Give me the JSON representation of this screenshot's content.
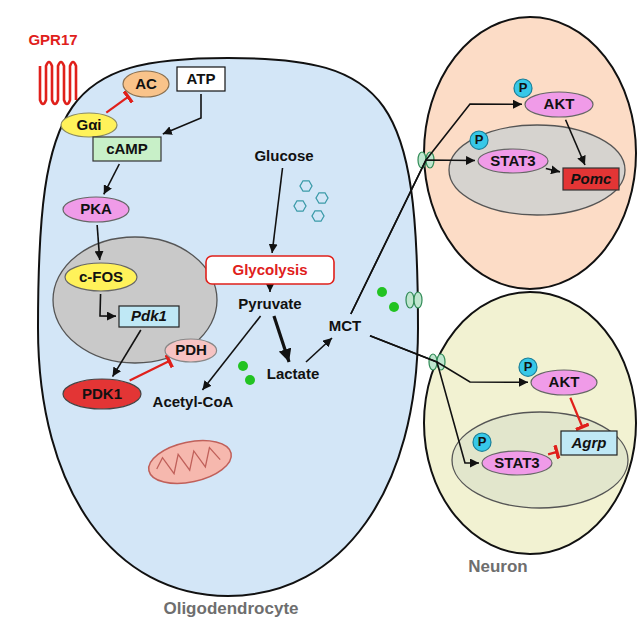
{
  "diagram": {
    "nodes": [
      {
        "text": [
          "GPR17"
        ]
      },
      {
        "text": [
          "Oligodendrocyte"
        ]
      },
      {
        "text": [
          "Gαi"
        ],
        "in": 1
      },
      {
        "text": [
          "AC"
        ],
        "in": 1
      },
      {
        "text": [
          "ATP"
        ],
        "in": 1
      },
      {
        "text": [
          "cAMP"
        ],
        "in": 1
      },
      {
        "text": [
          "PKA"
        ],
        "in": 1
      },
      {
        "text": [
          "c-FOS"
        ],
        "in": 1
      },
      {
        "text": [
          "Pdk1"
        ],
        "in": 1
      },
      {
        "text": [
          "PDH"
        ],
        "in": 1
      },
      {
        "text": [
          "PDK1"
        ],
        "in": 1
      },
      {
        "text": [
          "Glucose"
        ],
        "in": 1
      },
      {
        "text": [
          "Glycolysis"
        ],
        "in": 1
      },
      {
        "text": [
          "Pyruvate"
        ],
        "in": 1
      },
      {
        "text": [
          "Lactate"
        ],
        "in": 1
      },
      {
        "text": [
          "Acetyl-CoA"
        ],
        "in": 1
      },
      {
        "text": [
          "MCT"
        ],
        "in": 1
      },
      {
        "text": []
      },
      {
        "text": [
          "P"
        ],
        "in": 17
      },
      {
        "text": [
          "AKT"
        ],
        "in": 17
      },
      {
        "text": [
          "P"
        ],
        "in": 17
      },
      {
        "text": [
          "STAT3"
        ],
        "in": 17
      },
      {
        "text": [
          "Pomc"
        ],
        "in": 17
      },
      {
        "text": [
          "Neuron"
        ]
      },
      {
        "text": [
          "P"
        ],
        "in": 23
      },
      {
        "text": [
          "AKT"
        ],
        "in": 23
      },
      {
        "text": [
          "P"
        ],
        "in": 23
      },
      {
        "text": [
          "STAT3"
        ],
        "in": 23
      },
      {
        "text": [
          "Agrp"
        ],
        "in": 23
      }
    ],
    "edges": [
      {
        "from": 2,
        "to": 3,
        "arrow": "to"
      },
      {
        "from": 4,
        "to": 5,
        "arrow": "to"
      },
      {
        "from": 5,
        "to": 6,
        "arrow": "to"
      },
      {
        "from": 6,
        "to": 7,
        "arrow": "to"
      },
      {
        "from": 7,
        "to": 8,
        "arrow": "to"
      },
      {
        "from": 8,
        "to": 10,
        "arrow": "to"
      },
      {
        "from": 10,
        "to": 9,
        "arrow": "to"
      },
      {
        "from": 11,
        "to": 12,
        "arrow": "to"
      },
      {
        "from": 12,
        "to": 13,
        "arrow": "to"
      },
      {
        "from": 13,
        "to": 14,
        "arrow": "to"
      },
      {
        "from": 13,
        "to": 15,
        "arrow": "to"
      },
      {
        "from": 14,
        "to": 16,
        "arrow": "to"
      },
      {
        "from": 16,
        "to": 19,
        "arrow": "to"
      },
      {
        "from": 16,
        "to": 21,
        "arrow": "to"
      },
      {
        "from": 16,
        "to": 25,
        "arrow": "to"
      },
      {
        "from": 16,
        "to": 27,
        "arrow": "to"
      },
      {
        "from": 19,
        "to": 22,
        "arrow": "to"
      },
      {
        "from": 21,
        "to": 22,
        "arrow": "to"
      },
      {
        "from": 25,
        "to": 28,
        "arrow": "to"
      },
      {
        "from": 27,
        "to": 28,
        "arrow": "to"
      }
    ]
  }
}
